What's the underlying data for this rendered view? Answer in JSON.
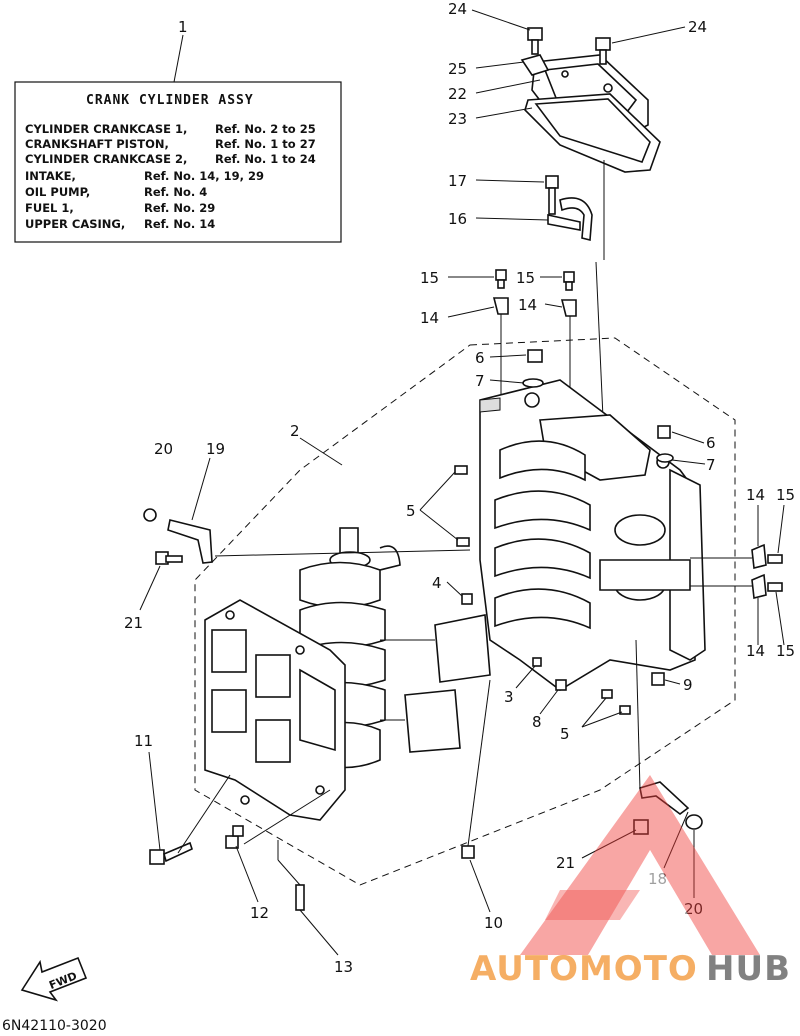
{
  "legend": {
    "number": "1",
    "title": "CRANK CYLINDER ASSY",
    "lines": [
      {
        "name": "CYLINDER CRANKCASE 1,",
        "ref": "Ref. No. 2 to 25"
      },
      {
        "name": "CRANKSHAFT PISTON,",
        "ref": "Ref. No. 1 to 27"
      },
      {
        "name": "CYLINDER CRANKCASE 2,",
        "ref": "Ref. No. 1 to 24"
      },
      {
        "name": "INTAKE,",
        "ref": "Ref. No. 14, 19, 29"
      },
      {
        "name": "OIL PUMP,",
        "ref": "Ref. No. 4"
      },
      {
        "name": "FUEL 1,",
        "ref": "Ref. No. 29"
      },
      {
        "name": "UPPER CASING,",
        "ref": "Ref. No. 14"
      }
    ]
  },
  "callouts": {
    "c24a": "24",
    "c24b": "24",
    "c25": "25",
    "c22": "22",
    "c23": "23",
    "c17": "17",
    "c16": "16",
    "c15a": "15",
    "c15b": "15",
    "c14a": "14",
    "c14b": "14",
    "c6a": "6",
    "c7a": "7",
    "c6b": "6",
    "c7b": "7",
    "c2": "2",
    "c20a": "20",
    "c19": "19",
    "c21a": "21",
    "c5a": "5",
    "c4": "4",
    "c3": "3",
    "c8": "8",
    "c9": "9",
    "c5b": "5",
    "c14c": "14",
    "c15c": "15",
    "c14d": "14",
    "c15d": "15",
    "c11": "11",
    "c12": "12",
    "c13": "13",
    "c10": "10",
    "c21b": "21",
    "c18": "18",
    "c20b": "20"
  },
  "footer": {
    "code": "6N42110-3020",
    "fwd": "FWD"
  },
  "watermark": {
    "word_a": "AUTOMOTO",
    "word_b": "HUB",
    "color_a": "#f4a14a",
    "color_b": "#6c6c6c",
    "triangle_color": "#f0403c"
  }
}
